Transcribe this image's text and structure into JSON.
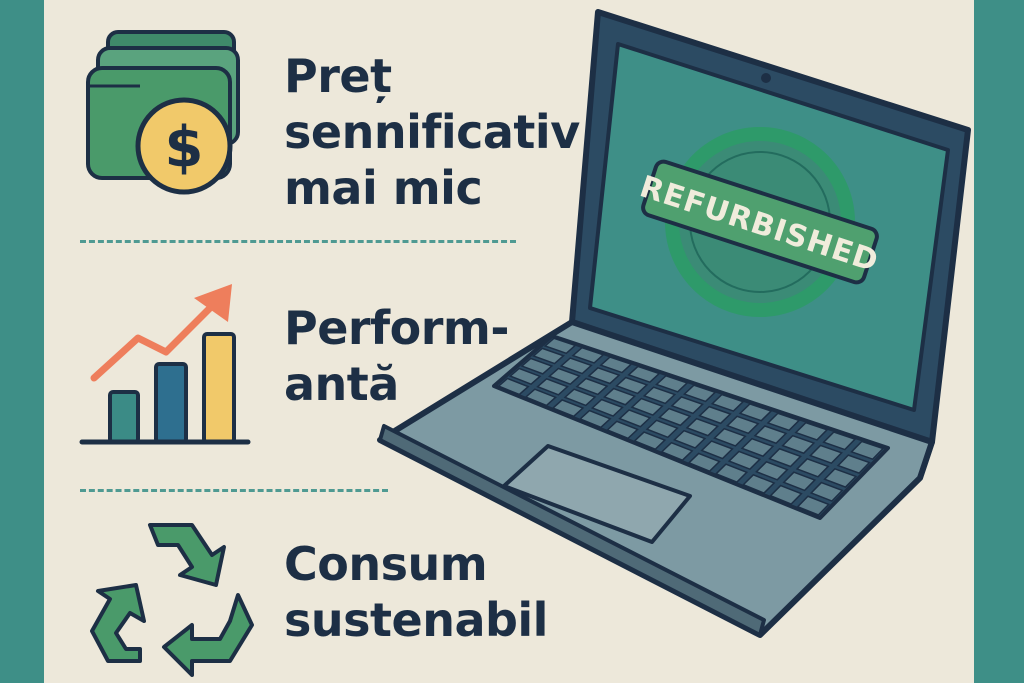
{
  "features": {
    "price": {
      "lines": [
        "Preț",
        "sennificativ",
        "mai mic"
      ],
      "icon": "wallet-dollar-icon"
    },
    "performance": {
      "lines": [
        "Perform-",
        "antă"
      ],
      "icon": "growth-chart-icon"
    },
    "consumption": {
      "lines": [
        "Consum",
        "sustenabil"
      ],
      "icon": "recycle-icon"
    }
  },
  "laptop": {
    "stamp_text": "REFURBISHED",
    "icon": "laptop-icon"
  },
  "colors": {
    "background": "#3e8f87",
    "panel": "#ede8da",
    "text": "#1d2f45",
    "green": "#4a9a6a",
    "coin": "#f1c96a",
    "chart_teal": "#3b8b86",
    "chart_blue": "#2e6f8f",
    "chart_yellow": "#f1c96a",
    "arrow": "#ee7e5c"
  }
}
